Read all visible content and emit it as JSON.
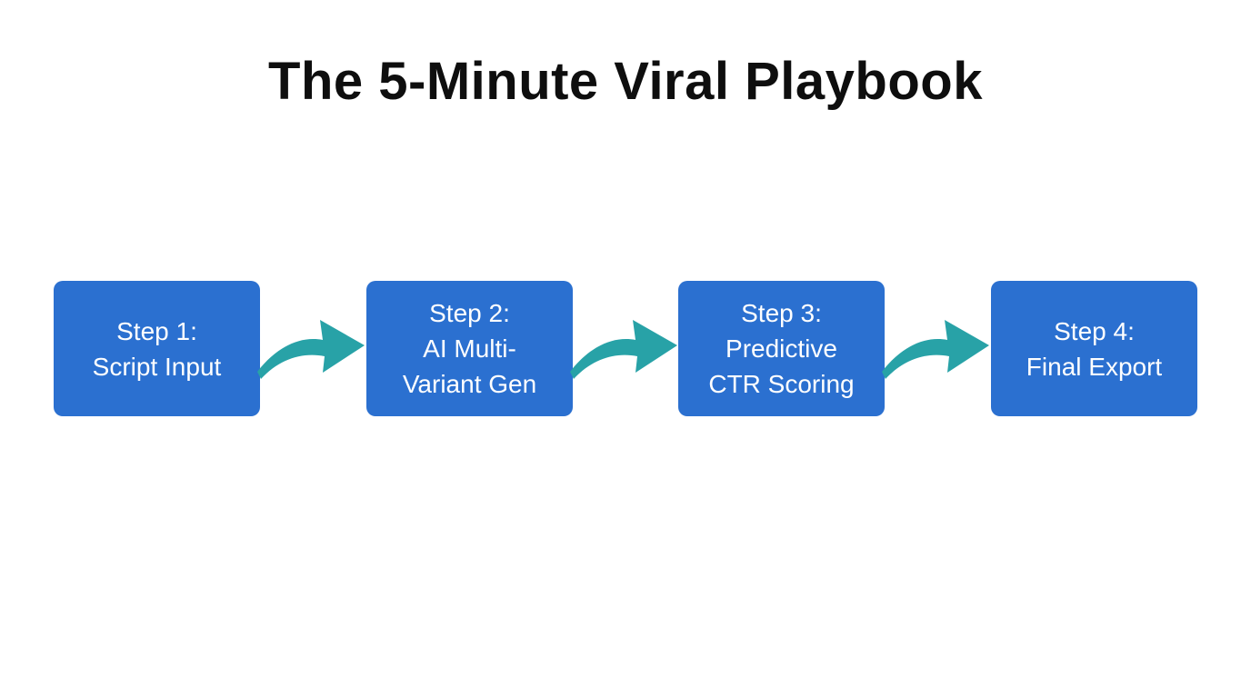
{
  "page": {
    "background_color": "#ffffff"
  },
  "title": {
    "text": "The 5-Minute Viral Playbook",
    "color": "#0e0e0e"
  },
  "flow": {
    "box_color": "#2b70d0",
    "box_text_color": "#ffffff",
    "arrow_color": "#28a2a7",
    "arrow_icon": "curved-right-arrow-icon",
    "steps": [
      {
        "lines": [
          "Step 1:",
          "Script Input"
        ]
      },
      {
        "lines": [
          "Step 2:",
          "AI Multi-",
          "Variant Gen"
        ]
      },
      {
        "lines": [
          "Step 3:",
          "Predictive",
          "CTR Scoring"
        ]
      },
      {
        "lines": [
          "Step 4:",
          "Final Export"
        ]
      }
    ]
  }
}
